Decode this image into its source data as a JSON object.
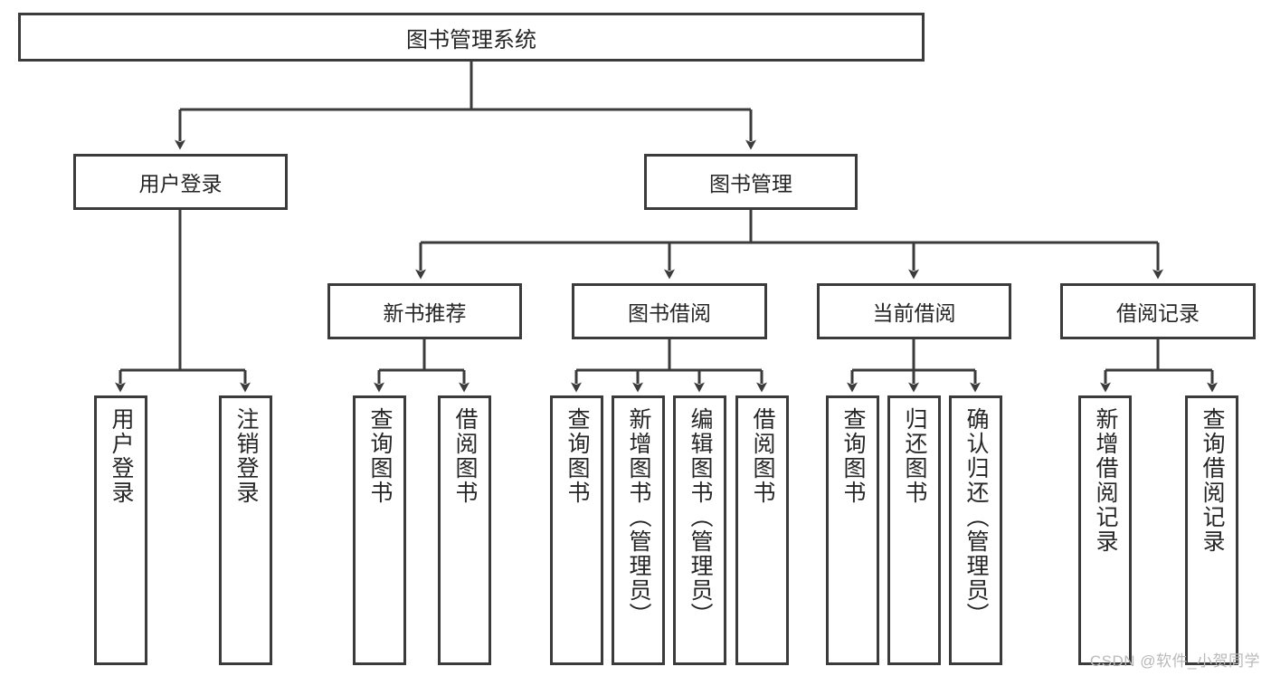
{
  "diagram": {
    "type": "tree",
    "title": "图书管理系统",
    "root": {
      "id": "root",
      "label": "图书管理系统"
    },
    "level2": [
      {
        "id": "user-login",
        "label": "用户登录"
      },
      {
        "id": "book-manage",
        "label": "图书管理"
      }
    ],
    "level3": [
      {
        "id": "new-book-rec",
        "label": "新书推荐",
        "parent": "book-manage"
      },
      {
        "id": "book-borrow",
        "label": "图书借阅",
        "parent": "book-manage"
      },
      {
        "id": "current-borrow",
        "label": "当前借阅",
        "parent": "book-manage"
      },
      {
        "id": "borrow-record",
        "label": "借阅记录",
        "parent": "book-manage"
      }
    ],
    "leaves": [
      {
        "id": "leaf-1",
        "label": "用户登录",
        "parent": "user-login"
      },
      {
        "id": "leaf-2",
        "label": "注销登录",
        "parent": "user-login"
      },
      {
        "id": "leaf-3",
        "label": "查询图书",
        "parent": "new-book-rec"
      },
      {
        "id": "leaf-4",
        "label": "借阅图书",
        "parent": "new-book-rec"
      },
      {
        "id": "leaf-5",
        "label": "查询图书",
        "parent": "book-borrow"
      },
      {
        "id": "leaf-6",
        "label": "新增图书（管理员）",
        "parent": "book-borrow"
      },
      {
        "id": "leaf-7",
        "label": "编辑图书（管理员）",
        "parent": "book-borrow"
      },
      {
        "id": "leaf-8",
        "label": "借阅图书",
        "parent": "book-borrow"
      },
      {
        "id": "leaf-9",
        "label": "查询图书",
        "parent": "current-borrow"
      },
      {
        "id": "leaf-10",
        "label": "归还图书",
        "parent": "current-borrow"
      },
      {
        "id": "leaf-11",
        "label": "确认归还（管理员）",
        "parent": "current-borrow"
      },
      {
        "id": "leaf-12",
        "label": "新增借阅记录",
        "parent": "borrow-record"
      },
      {
        "id": "leaf-13",
        "label": "查询借阅记录",
        "parent": "borrow-record"
      }
    ],
    "colors": {
      "box_border": "#3b3b3b",
      "box_fill": "#ffffff",
      "connector": "#262626",
      "text": "#262626",
      "watermark": "#b9b9b9"
    }
  },
  "watermark": {
    "text": "CSDN @软件_小贺同学"
  }
}
